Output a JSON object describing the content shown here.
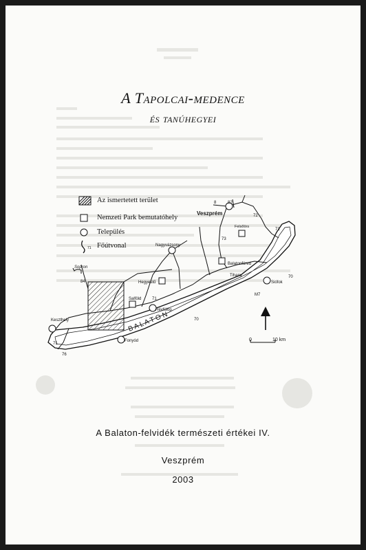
{
  "title": {
    "line1": "A Tapolcai-medence",
    "line2": "és tanúhegyei"
  },
  "legend": {
    "area": "Az ismertetett terület",
    "park": "Nemzeti Park bemutatóhely",
    "settlement": "Település",
    "road": "Főútvonal",
    "road_code": "71"
  },
  "map": {
    "lake": "B A L A T O N",
    "places": {
      "veszprem": "Veszprém",
      "nagyvazsony": "Nagyvázsony",
      "felsoors": "Felsőörs",
      "balatonfured": "Balatonfüred",
      "tihany": "Tihany",
      "siofok": "Siófok",
      "hegyesd": "Hegyestű",
      "salfold": "Salföld",
      "revfulop": "Révfülöp",
      "keszthely": "Keszthely",
      "fonyod": "Fonyód",
      "sopron": "Sopron"
    },
    "roads": {
      "r8": "8",
      "r82": "82",
      "r72": "72",
      "r71a": "71",
      "r73": "73",
      "r70a": "70",
      "m7": "M7",
      "r84": "84",
      "r71b": "71",
      "r70b": "70",
      "r71c": "71",
      "r76": "76"
    },
    "scale": {
      "start": "0",
      "end": "10 km"
    }
  },
  "series": "A  Balaton-felvidék  természeti  értékei  IV.",
  "city": "Veszprém",
  "year": "2003"
}
